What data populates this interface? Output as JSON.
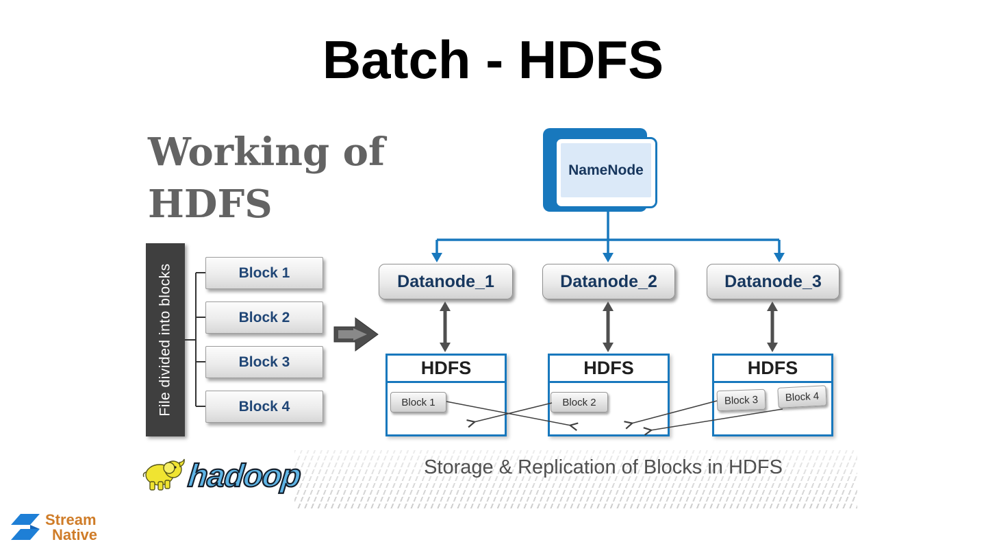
{
  "slide": {
    "title": "Batch - HDFS",
    "heading_line1": "Working of",
    "heading_line2": "HDFS",
    "caption": "Storage & Replication of Blocks in HDFS"
  },
  "diagram": {
    "namenode": {
      "label": "NameNode"
    },
    "datanodes": [
      {
        "label": "Datanode_1"
      },
      {
        "label": "Datanode_2"
      },
      {
        "label": "Datanode_3"
      }
    ],
    "file_bar": {
      "label": "File divided into blocks"
    },
    "file_blocks": [
      "Block 1",
      "Block 2",
      "Block 3",
      "Block 4"
    ],
    "hdfs_nodes": [
      {
        "title": "HDFS",
        "blocks": [
          "Block 1"
        ]
      },
      {
        "title": "HDFS",
        "blocks": [
          "Block 2"
        ]
      },
      {
        "title": "HDFS",
        "blocks": [
          "Block 3",
          "Block 4"
        ]
      }
    ]
  },
  "logos": {
    "hadoop": {
      "icon": "hadoop-elephant-icon",
      "text": "hadoop"
    },
    "streamnative": {
      "icon": "streamnative-s-icon",
      "line1": "Stream",
      "line2": "Native"
    }
  },
  "colors": {
    "accent_blue": "#1878bd",
    "navy_text": "#17375e",
    "dark_bar": "#3f3f3f",
    "heading_gray": "#636363",
    "caption_gray": "#4f4f4f",
    "hadoop_blue": "#5fb5e6",
    "hadoop_yellow": "#f0e431",
    "streamnative_orange": "#cf7c28",
    "streamnative_blue": "#1e7fd6"
  }
}
